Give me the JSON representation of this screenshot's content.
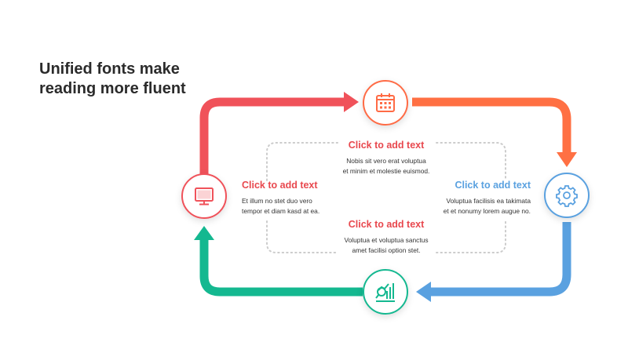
{
  "title": "Unified fonts make\nreading more fluent",
  "colors": {
    "red": "#F0525A",
    "orange": "#FF7043",
    "blue": "#5AA1E0",
    "green": "#14B890",
    "dots": "#CCCCCC"
  },
  "nodes": [
    {
      "id": "top",
      "icon": "calendar-icon",
      "color": "#FF6B45"
    },
    {
      "id": "right",
      "icon": "gear-icon",
      "color": "#5AA1E0"
    },
    {
      "id": "bottom",
      "icon": "chart-magnifier-icon",
      "color": "#14B890"
    },
    {
      "id": "left",
      "icon": "monitor-icon",
      "color": "#F0525A"
    }
  ],
  "blocks": {
    "top": {
      "heading": "Click to add text",
      "body": "Nobis  sit vero erat voluptua\net minim et molestie euismod.",
      "color": "#E8484E"
    },
    "left": {
      "heading": "Click to add text",
      "body": "Et illum  no stet duo vero\ntempor et diam kasd at ea.",
      "color": "#E8484E"
    },
    "right": {
      "heading": "Click to add text",
      "body": "Voluptua  facilisis ea takimata\net et nonumy lorem augue no.",
      "color": "#5AA1E0"
    },
    "bottom": {
      "heading": "Click to add text",
      "body": "Voluptua  et voluptua  sanctus\namet facilisi option stet.",
      "color": "#E8484E"
    }
  }
}
